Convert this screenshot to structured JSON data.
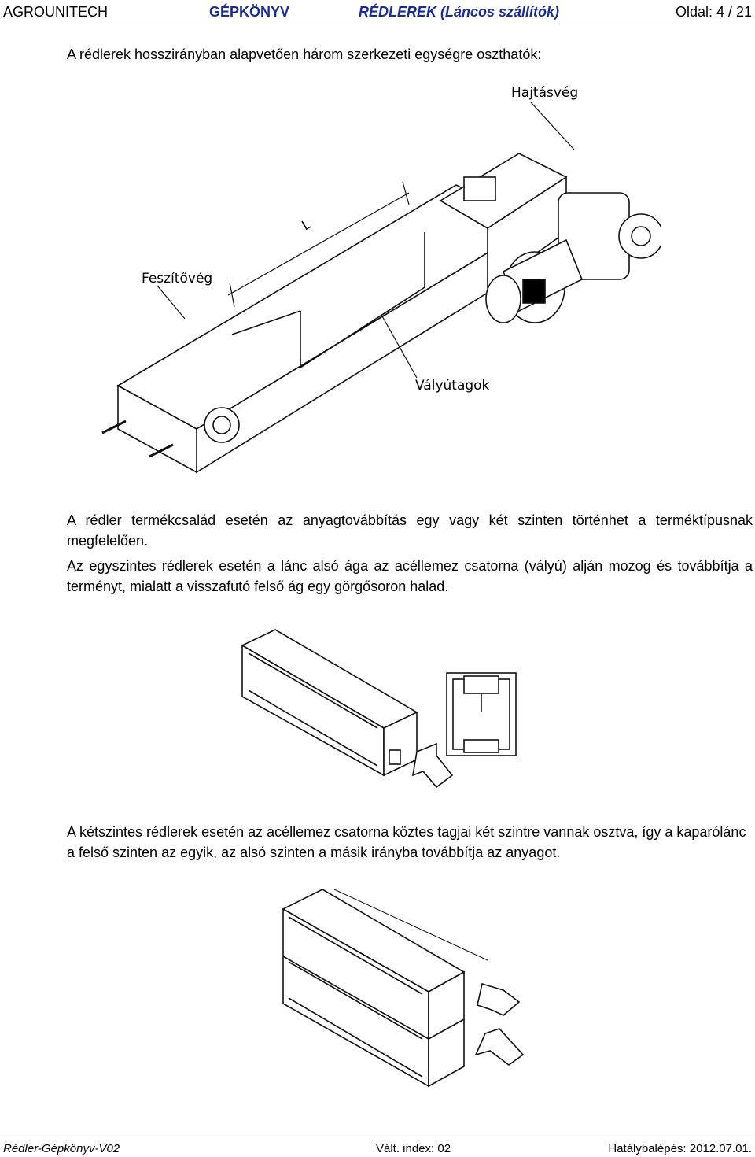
{
  "header": {
    "company": "AGROUNITECH",
    "document": "GÉPKÖNYV",
    "subject": "RÉDLEREK (Láncos szállítók)",
    "page": "Oldal: 4 / 21"
  },
  "intro": "A rédlerek hosszirányban alapvetően három szerkezeti egységre oszthatók:",
  "figure1": {
    "labels": {
      "drive_end": "Hajtásvég",
      "tension_end": "Feszítővég",
      "length": "L",
      "trough": "Vályútagok"
    }
  },
  "paragraph1": "A rédler termékcsalád esetén az anyagtovábbítás egy vagy két szinten történhet a terméktípusnak megfelelően.",
  "paragraph2": "Az egyszintes rédlerek esetén a lánc alsó ága az acéllemez csatorna (vályú) alján mozog és továbbítja a terményt, mialatt a visszafutó felső ág egy görgősoron halad.",
  "paragraph3": "A kétszintes rédlerek esetén az acéllemez csatorna köztes tagjai két szintre vannak osztva, így a kaparólánc a felső szinten az egyik, az alsó szinten a másik irányba továbbítja az anyagot.",
  "footer": {
    "doc_code": "Rédler-Gépkönyv-V02",
    "revision": "Vált. index: 02",
    "effective": "Hatálybalépés: 2012.07.01."
  }
}
